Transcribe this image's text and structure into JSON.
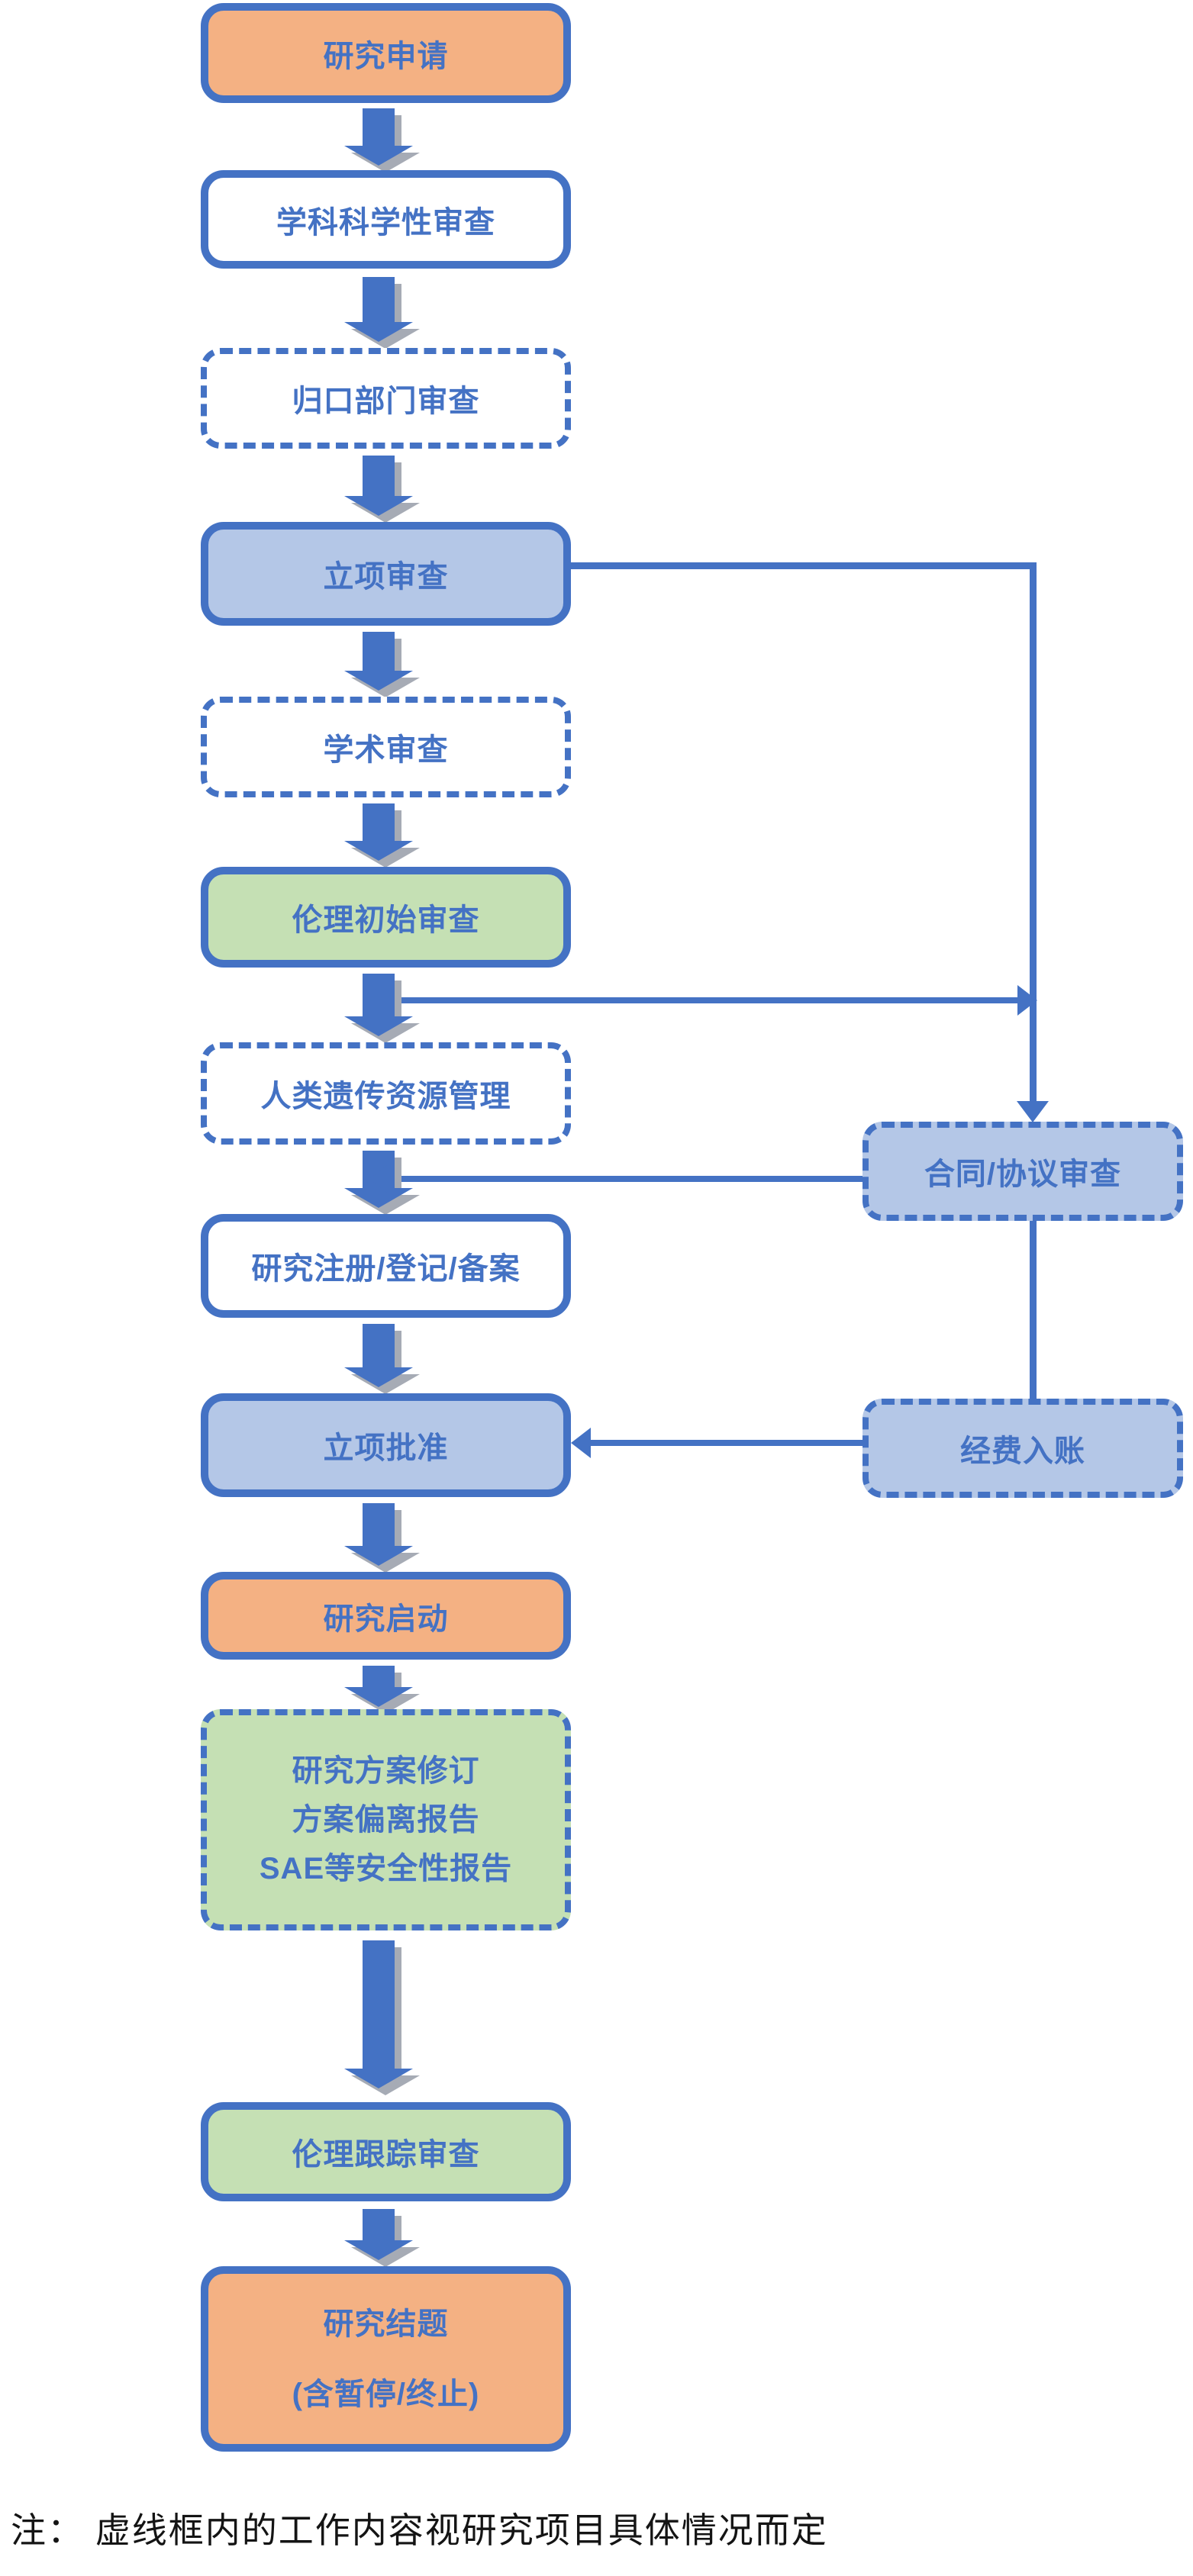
{
  "colors": {
    "accent_blue": "#4472C4",
    "fill_light_blue": "#B4C7E7",
    "fill_green": "#C5E0B4",
    "fill_orange": "#F4B183",
    "arrow_shadow_gray": "#A6ABB5",
    "note_text": "#141414"
  },
  "flow": {
    "nodes": {
      "n1": {
        "label": "研究申请"
      },
      "n2": {
        "label": "学科科学性审查"
      },
      "n3": {
        "label": "归口部门审查"
      },
      "n4": {
        "label": "立项审查"
      },
      "n5": {
        "label": "学术审查"
      },
      "n6": {
        "label": "伦理初始审查"
      },
      "n7": {
        "label": "人类遗传资源管理"
      },
      "n8": {
        "label": "研究注册/登记/备案"
      },
      "n9": {
        "label": "立项批准"
      },
      "n10": {
        "label": "研究启动"
      },
      "n11": {
        "lines": [
          "研究方案修订",
          "方案偏离报告",
          "SAE等安全性报告"
        ]
      },
      "n12": {
        "label": "伦理跟踪审查"
      },
      "n13": {
        "lines": [
          "研究结题",
          "(含暂停/终止)"
        ]
      },
      "s1": {
        "label": "合同/协议审查"
      },
      "s2": {
        "label": "经费入账"
      }
    },
    "note": "注：  虚线框内的工作内容视研究项目具体情况而定"
  }
}
